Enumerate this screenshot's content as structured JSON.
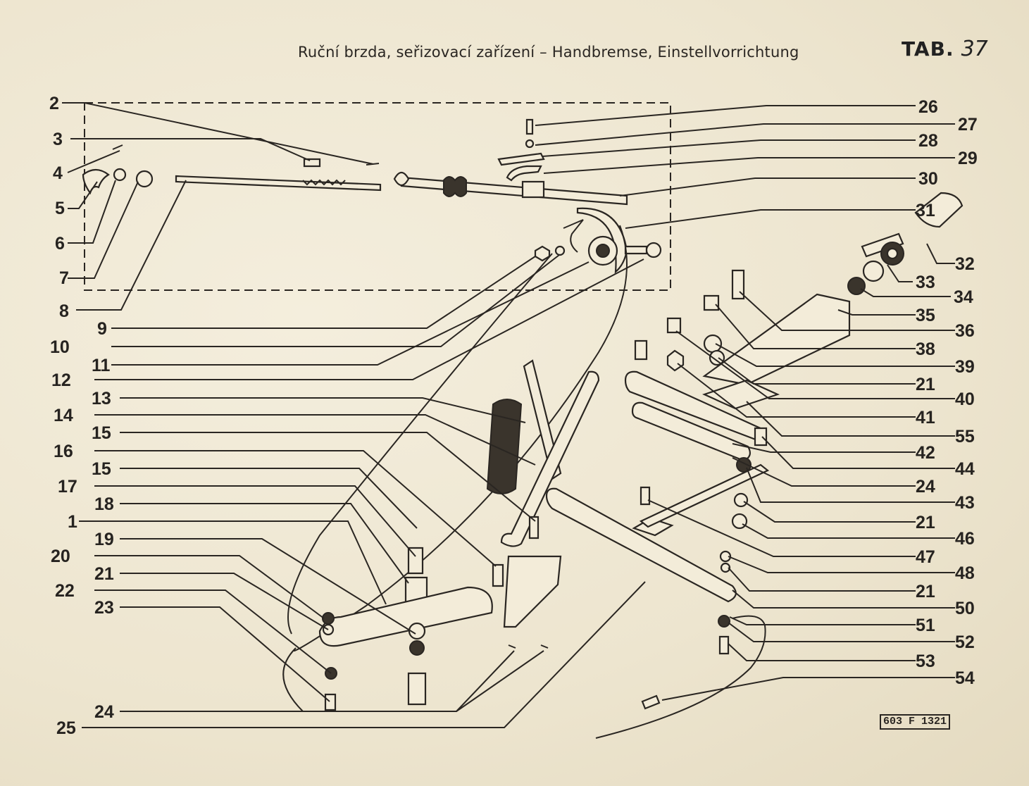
{
  "header": {
    "title": "Ruční brzda, seřizovací zařízení – Handbremse, Einstellvorrichtung",
    "tab_label": "TAB.",
    "tab_number": "37"
  },
  "drawing_code": "603 F 1321",
  "left_labels": [
    "2",
    "3",
    "4",
    "5",
    "6",
    "7",
    "8",
    "9",
    "10",
    "11",
    "12",
    "13",
    "14",
    "15",
    "16",
    "15",
    "17",
    "18",
    "1",
    "19",
    "20",
    "21",
    "22",
    "23",
    "24",
    "25"
  ],
  "right_labels": [
    "26",
    "27",
    "28",
    "29",
    "30",
    "31",
    "32",
    "33",
    "34",
    "35",
    "36",
    "38",
    "39",
    "21",
    "40",
    "41",
    "55",
    "42",
    "44",
    "24",
    "43",
    "21",
    "46",
    "47",
    "48",
    "21",
    "50",
    "51",
    "52",
    "53",
    "54"
  ]
}
